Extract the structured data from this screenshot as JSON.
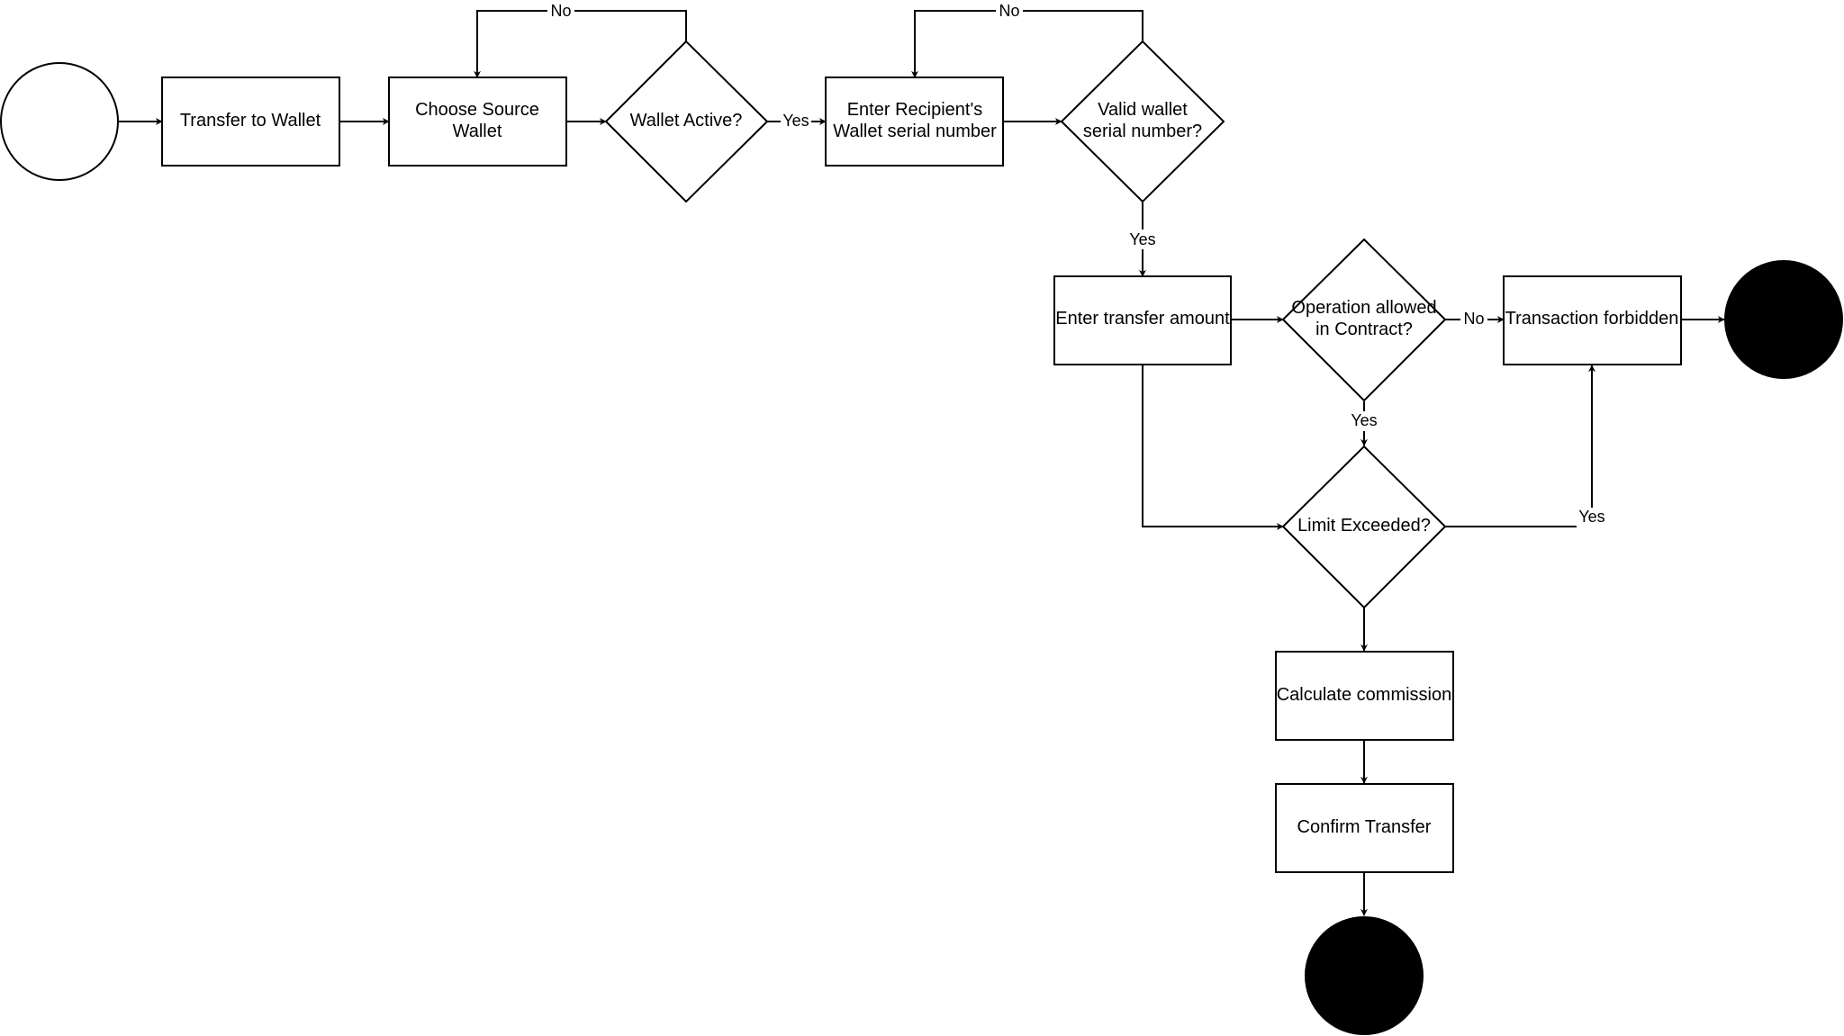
{
  "diagram": {
    "nodes": {
      "start": {
        "text": ""
      },
      "transfer_to_wallet": {
        "text": "Transfer to Wallet"
      },
      "choose_source_wallet": {
        "text": "Choose Source\nWallet"
      },
      "wallet_active": {
        "text": "Wallet Active?"
      },
      "enter_recipient": {
        "text": "Enter Recipient's\nWallet serial number"
      },
      "valid_serial": {
        "text": "Valid wallet\nserial number?"
      },
      "enter_amount": {
        "text": "Enter transfer amount"
      },
      "operation_allowed": {
        "text": "Operation allowed\nin Contract?"
      },
      "transaction_forbidden": {
        "text": "Transaction forbidden"
      },
      "limit_exceeded": {
        "text": "Limit Exceeded?"
      },
      "calculate_commission": {
        "text": "Calculate commission"
      },
      "confirm_transfer": {
        "text": "Confirm Transfer"
      },
      "end_forbidden": {
        "text": ""
      },
      "end_done": {
        "text": ""
      }
    },
    "edges": {
      "wallet_active_no": {
        "label": "No"
      },
      "wallet_active_yes": {
        "label": "Yes"
      },
      "valid_serial_no": {
        "label": "No"
      },
      "valid_serial_yes": {
        "label": "Yes"
      },
      "operation_no": {
        "label": "No"
      },
      "operation_yes": {
        "label": "Yes"
      },
      "limit_yes": {
        "label": "Yes"
      }
    }
  }
}
